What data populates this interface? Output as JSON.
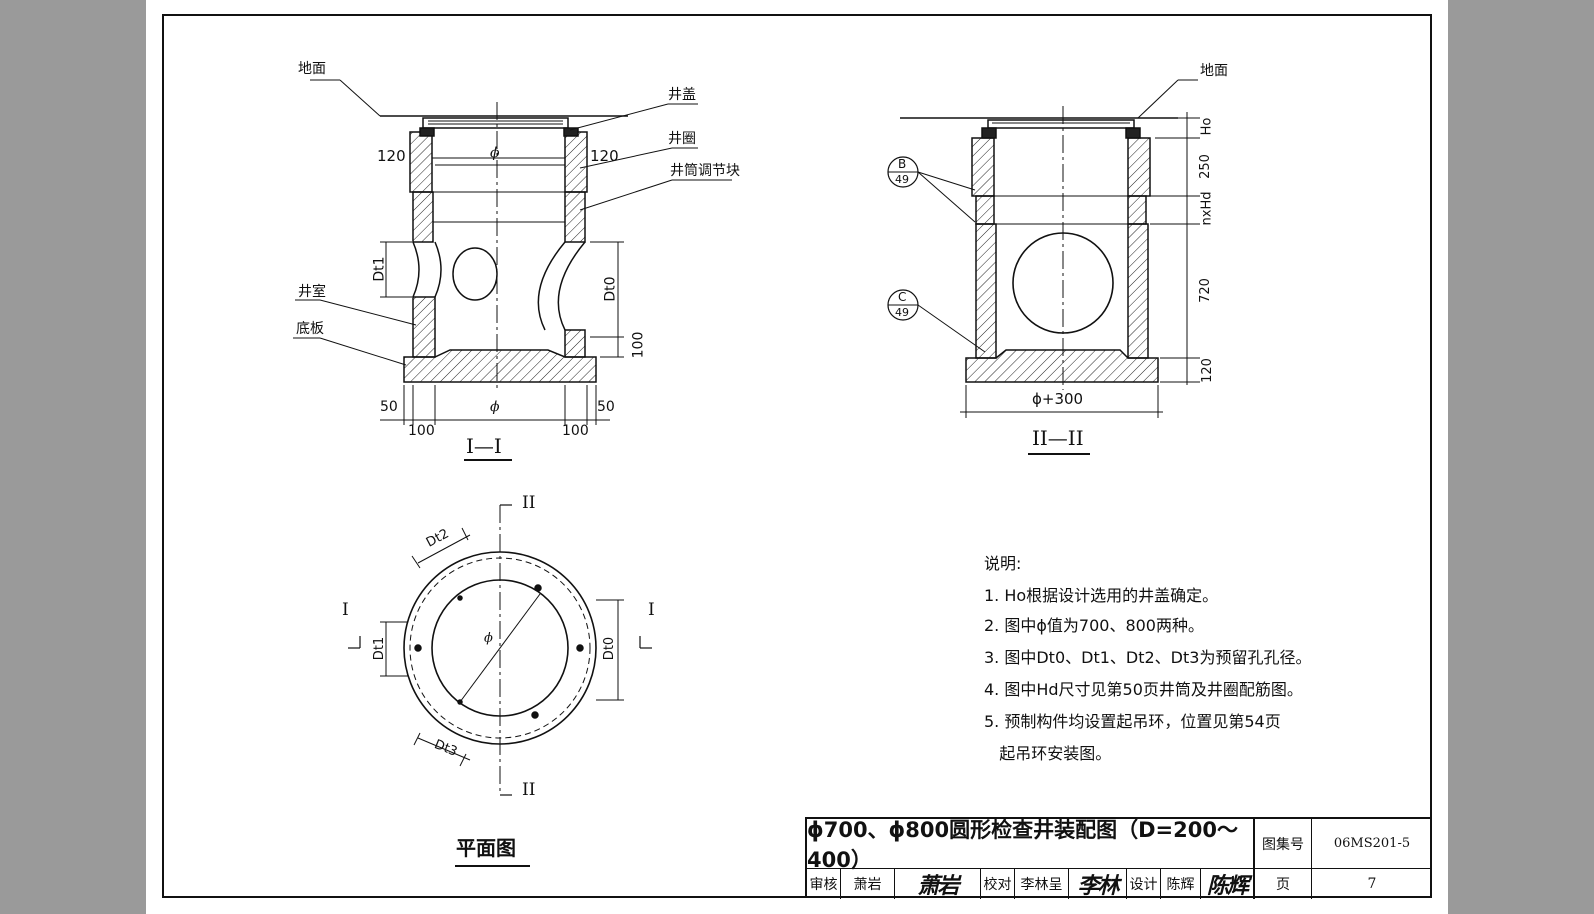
{
  "labels": {
    "ground_left": "地面",
    "ground_right": "地面",
    "cover": "井盖",
    "ring": "井圈",
    "adjust_block": "井筒调节块",
    "chamber": "井室",
    "base_plate": "底板",
    "dim_120_left": "120",
    "dim_120_right": "120",
    "dim_phi_top": "ϕ",
    "dim_dt1": "Dt1",
    "dim_dt0": "Dt0",
    "dim_100_right": "100",
    "dim_50_left": "50",
    "dim_50_right": "50",
    "dim_100_left": "100",
    "dim_100_bottom_right": "100",
    "dim_phi_bottom": "ϕ",
    "section_1": "I—I",
    "ref_b_letter": "B",
    "ref_b_page": "49",
    "ref_c_letter": "C",
    "ref_c_page": "49",
    "dim_ho": "Ho",
    "dim_250": "250",
    "dim_nhd": "nxHd",
    "dim_720": "720",
    "dim_120_r": "120",
    "dim_phi300": "ϕ+300",
    "section_2": "II—II",
    "plan_II_top": "II",
    "plan_II_bottom": "II",
    "plan_I_left": "I",
    "plan_I_right": "I",
    "plan_dt2": "Dt2",
    "plan_dt3": "Dt3",
    "plan_dt1": "Dt1",
    "plan_dt0": "Dt0",
    "plan_phi": "ϕ",
    "plan_title": "平面图"
  },
  "notes": {
    "heading": "说明:",
    "items": [
      "1. Ho根据设计选用的井盖确定。",
      "2. 图中ϕ值为700、800两种。",
      "3. 图中Dt0、Dt1、Dt2、Dt3为预留孔孔径。",
      "4. 图中Hd尺寸见第50页井筒及井圈配筋图。",
      "5. 预制构件均设置起吊环，位置见第54页",
      "   起吊环安装图。"
    ]
  },
  "title_block": {
    "title": "ϕ700、ϕ800圆形检查井装配图（D=200～400）",
    "atlas_label": "图集号",
    "atlas_no": "06MS201-5",
    "review_label": "审核",
    "review_name": "萧岩",
    "review_sig": "萧岩",
    "check_label": "校对",
    "check_name": "李林呈",
    "check_sig": "李林",
    "design_label": "设计",
    "design_name": "陈辉",
    "design_sig": "陈辉",
    "page_label": "页",
    "page_no": "7"
  }
}
